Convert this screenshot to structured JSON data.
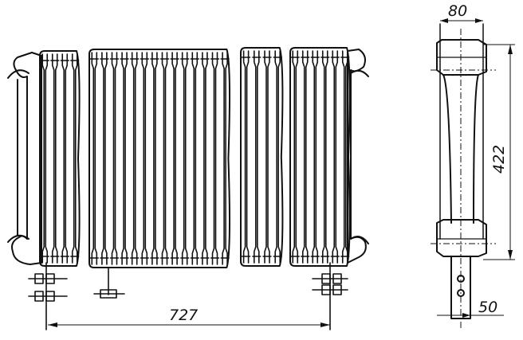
{
  "dimensions": {
    "length": "727",
    "width": "80",
    "height": "422",
    "bracket": "50"
  }
}
